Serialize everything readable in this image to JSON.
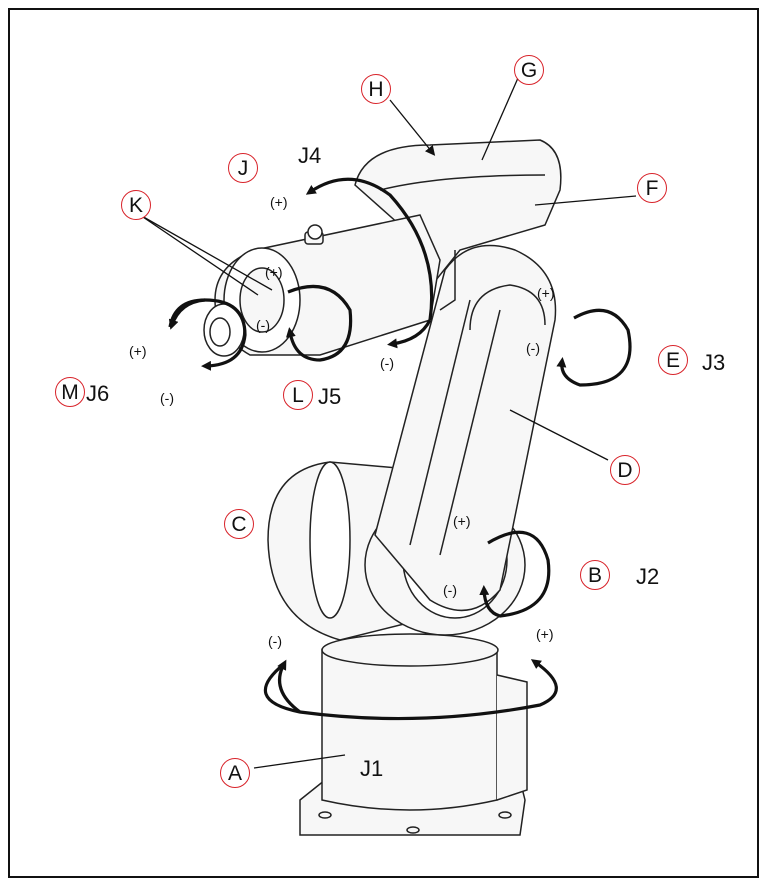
{
  "callouts": {
    "A": "A",
    "B": "B",
    "C": "C",
    "D": "D",
    "E": "E",
    "F": "F",
    "G": "G",
    "H": "H",
    "J": "J",
    "K": "K",
    "L": "L",
    "M": "M"
  },
  "joints": {
    "j1": "J1",
    "j2": "J2",
    "j3": "J3",
    "j4": "J4",
    "j5": "J5",
    "j6": "J6"
  },
  "signs": {
    "plus": "(+)",
    "minus": "(-)"
  },
  "colors": {
    "callout_ring": "#d8232a",
    "line": "#111111",
    "body_fill": "#f7f7f7"
  }
}
